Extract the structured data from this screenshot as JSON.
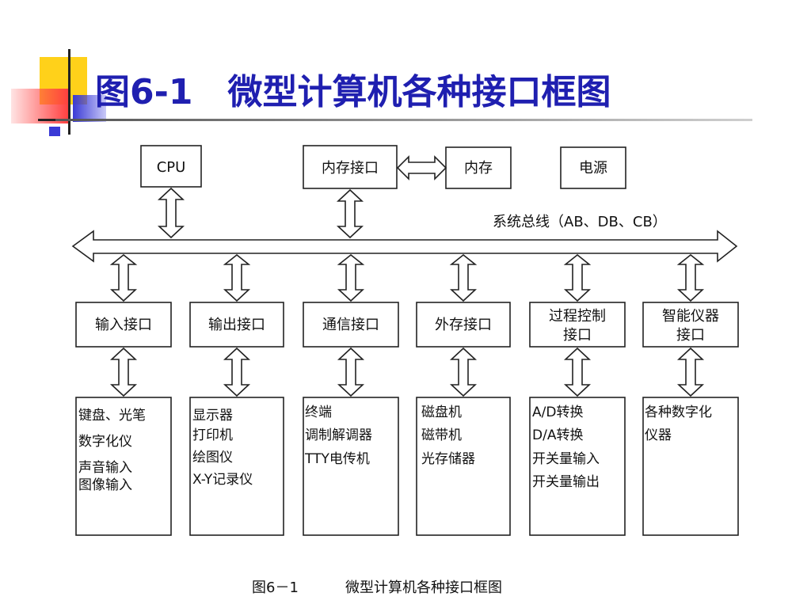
{
  "title": "图6-1　微型计算机各种接口框图",
  "top_boxes": {
    "cpu": "CPU",
    "mem_interface": "内存接口",
    "memory": "内存",
    "power": "电源"
  },
  "bus_label": "系统总线（AB、DB、CB）",
  "interfaces": [
    {
      "line1": "输入接口",
      "line2": ""
    },
    {
      "line1": "输出接口",
      "line2": ""
    },
    {
      "line1": "通信接口",
      "line2": ""
    },
    {
      "line1": "外存接口",
      "line2": ""
    },
    {
      "line1": "过程控制",
      "line2": "接口"
    },
    {
      "line1": "智能仪器",
      "line2": "接口"
    }
  ],
  "devices": [
    [
      "键盘、光笔",
      "数字化仪",
      "声音输入",
      "图像输入"
    ],
    [
      "显示器",
      "打印机",
      "绘图仪",
      "X-Y记录仪"
    ],
    [
      "终端",
      "调制解调器",
      "TTY电传机"
    ],
    [
      "磁盘机",
      "磁带机",
      "光存储器"
    ],
    [
      "A/D转换",
      "D/A转换",
      "开关量输入",
      "开关量输出"
    ],
    [
      "各种数字化",
      "仪器"
    ]
  ],
  "caption": {
    "figure_no": "图6－1",
    "text": "微型计算机各种接口框图"
  }
}
